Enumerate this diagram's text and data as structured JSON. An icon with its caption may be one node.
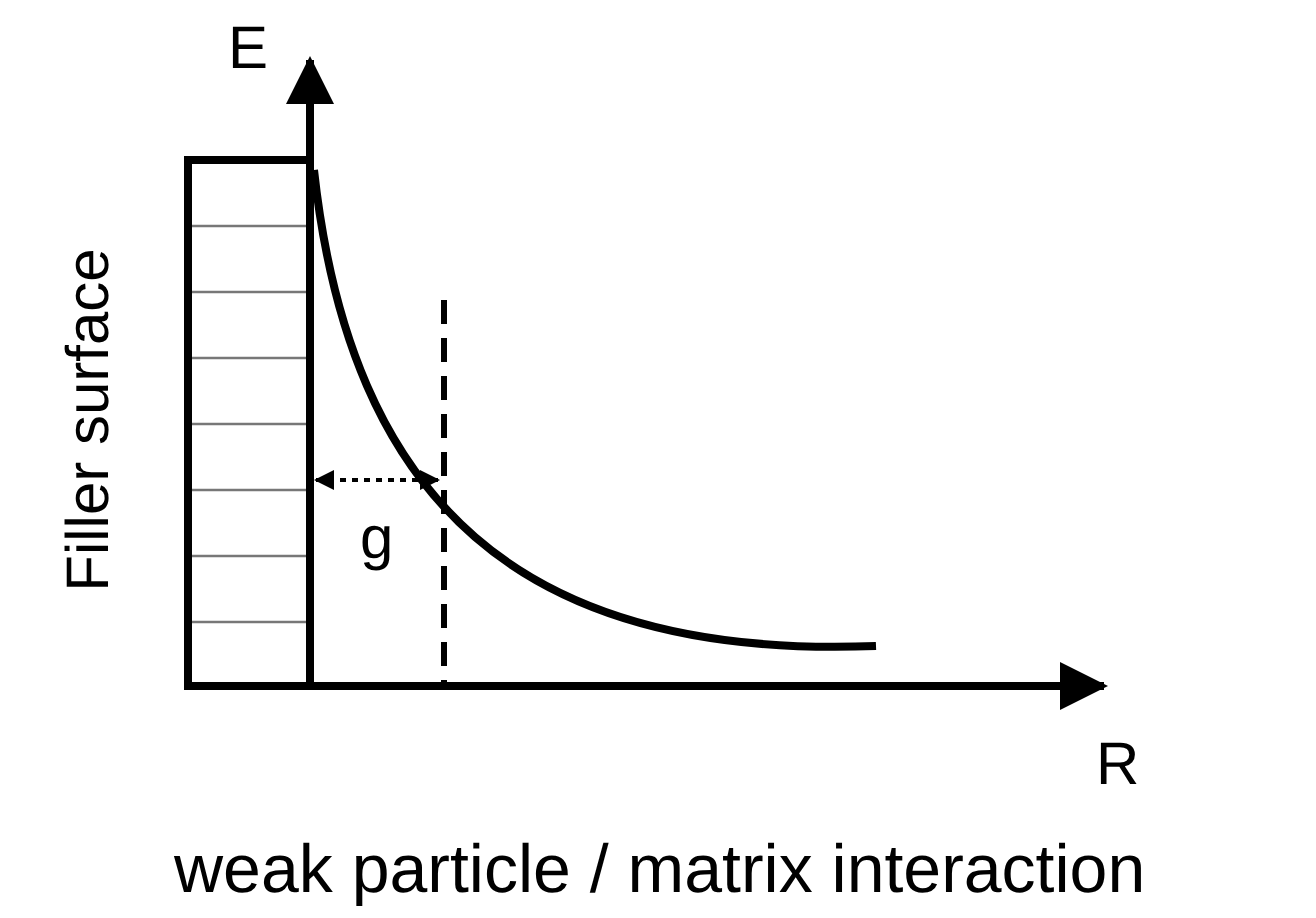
{
  "diagram": {
    "caption": "weak particle / matrix interaction",
    "labels": [
      "E",
      "Filler surface",
      "g",
      "R"
    ]
  }
}
